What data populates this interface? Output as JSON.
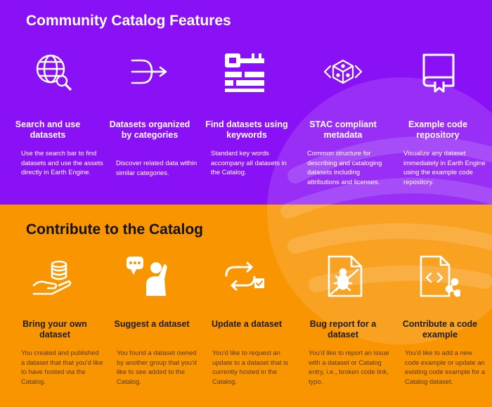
{
  "features": {
    "heading": "Community Catalog Features",
    "items": [
      {
        "icon": "globe-search-icon",
        "title": "Search and use datasets",
        "desc": "Use the search bar to find datasets and use the assets directly in Earth Engine."
      },
      {
        "icon": "branching-arrows-icon",
        "title": "Datasets organized by categories",
        "desc": "Discover related data within similar categories."
      },
      {
        "icon": "key-grid-icon",
        "title": "Find datasets using keywords",
        "desc": "Standard key words accompany all datasets in the Catalog."
      },
      {
        "icon": "cube-network-icon",
        "title": "STAC compliant metadata",
        "desc": "Common structure for describing and cataloging datasets including attributions and licenses."
      },
      {
        "icon": "bookmarked-book-icon",
        "title": "Example code repository",
        "desc": "Visualize any dataset immediately in Earth Engine using the example code repository."
      }
    ]
  },
  "contribute": {
    "heading": "Contribute to the Catalog",
    "items": [
      {
        "icon": "hand-database-icon",
        "title": "Bring your own dataset",
        "desc": "You created and published a dataset that that you'd like to have hosted via the Catalog."
      },
      {
        "icon": "person-speech-icon",
        "title": "Suggest a dataset",
        "desc": "You found a dataset owned by another group that you'd like to see added to the Catalog."
      },
      {
        "icon": "sync-check-icon",
        "title": "Update a dataset",
        "desc": "You'd like to request an update to a dataset that is currently hosted in the Catalog."
      },
      {
        "icon": "bug-document-icon",
        "title": "Bug report for a dataset",
        "desc": "You'd like to report an issue with a dataset or Catalog entry, i.e., broken code link, typo."
      },
      {
        "icon": "code-share-icon",
        "title": "Contribute a code example",
        "desc": "You'd like to add a new code example  or update an existing code example for a Catalog dataset."
      }
    ]
  },
  "colors": {
    "top_bg": "#8a11f5",
    "bottom_bg": "#f99500",
    "icon_white": "#ffffff"
  }
}
